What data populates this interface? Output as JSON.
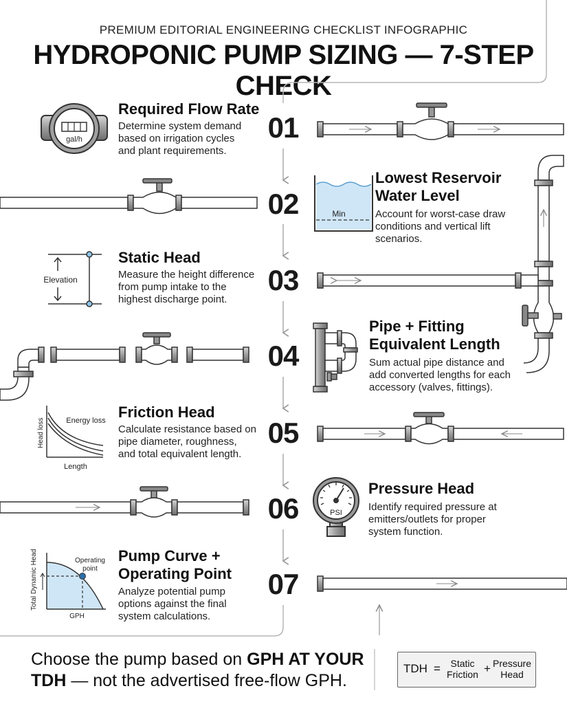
{
  "header": {
    "subtitle": "PREMIUM EDITORIAL ENGINEERING CHECKLIST INFOGRAPHIC",
    "title": "HYDROPONIC PUMP SIZING — 7-STEP CHECK"
  },
  "steps": [
    {
      "number": "01",
      "title": "Required Flow Rate",
      "desc": [
        "Determine system demand",
        "based on irrigation cycles",
        "and plant requirements."
      ]
    },
    {
      "number": "02",
      "title": "Lowest Reservoir Water Level",
      "title_lines": [
        "Lowest Reservoir",
        "Water Level"
      ],
      "desc": [
        "Account for worst-case draw",
        "conditions and vertical lift",
        "scenarios."
      ]
    },
    {
      "number": "03",
      "title": "Static Head",
      "desc": [
        "Measure the height difference",
        "from pump intake to the",
        "highest discharge point."
      ]
    },
    {
      "number": "04",
      "title": "Pipe + Fitting Equivalent Length",
      "title_lines": [
        "Pipe + Fitting",
        "Equivalent Length"
      ],
      "desc": [
        "Sum actual pipe distance and",
        "add converted lengths for each",
        "accessory (valves, fittings)."
      ]
    },
    {
      "number": "05",
      "title": "Friction Head",
      "desc": [
        "Calculate resistance based on",
        "pipe diameter, roughness,",
        "and total equivalent length."
      ]
    },
    {
      "number": "06",
      "title": "Pressure Head",
      "desc": [
        "Identify required pressure at",
        "emitters/outlets for proper",
        "system function."
      ]
    },
    {
      "number": "07",
      "title": "Pump Curve + Operating Point",
      "title_lines": [
        "Pump Curve +",
        "Operating Point"
      ],
      "desc": [
        "Analyze potential pump",
        "options against the final",
        "system calculations."
      ]
    }
  ],
  "icons": {
    "flow_meter_label": "gal/h",
    "reservoir_label": "Min",
    "elevation_label": "Elevation",
    "friction_chart": {
      "ylabel": "Head loss",
      "xlabel": "Length",
      "curve_label": "Energy loss"
    },
    "gauge_label": "PSI",
    "pump_curve": {
      "ylabel": "Total Dynamic Head",
      "xlabel": "GPH",
      "point_label": [
        "Operating",
        "point"
      ]
    }
  },
  "footer": {
    "line1_plain": "Choose the pump based on ",
    "line1_bold": "GPH AT YOUR",
    "line2_bold": "TDH",
    "line2_plain": " — not the advertised free-flow GPH.",
    "formula": {
      "lhs": "TDH",
      "eq": "=",
      "term1": [
        "Static",
        "Friction"
      ],
      "plus": "+",
      "term2": [
        "Pressure",
        "Head"
      ]
    }
  },
  "colors": {
    "text": "#111111",
    "water": "#cfe6f7",
    "accent_blue": "#8ec5ea",
    "pipe_stroke": "#333333",
    "pipe_fill": "#ffffff",
    "metal": "#9a9a9a",
    "guide_line": "#b5b5b5"
  }
}
